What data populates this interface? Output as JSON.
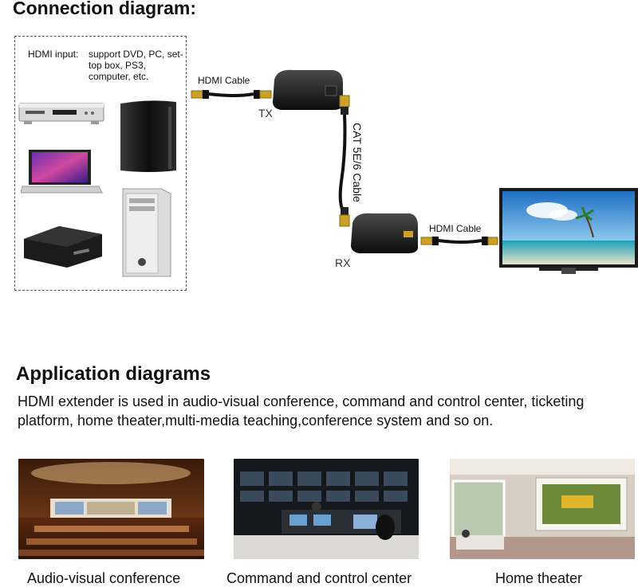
{
  "sections": {
    "connection_title": "Connection diagram:",
    "application_title": "Application diagrams"
  },
  "source_box": {
    "label_key": "HDMI input:",
    "label_value": "support DVD, PC, set-top box, PS3, computer, etc."
  },
  "cables": {
    "hdmi_tx": "HDMI Cable",
    "cat": "CAT 5E/6 Cable",
    "hdmi_rx": "HDMI Cable"
  },
  "devices": {
    "tx": "TX",
    "rx": "RX"
  },
  "description": "HDMI extender is used in audio-visual conference, command and control center, ticketing platform, home theater,multi-media teaching,conference system and so on.",
  "applications": [
    {
      "caption": "Audio-visual conference"
    },
    {
      "caption": "Command and control center"
    },
    {
      "caption": "Home theater"
    }
  ]
}
